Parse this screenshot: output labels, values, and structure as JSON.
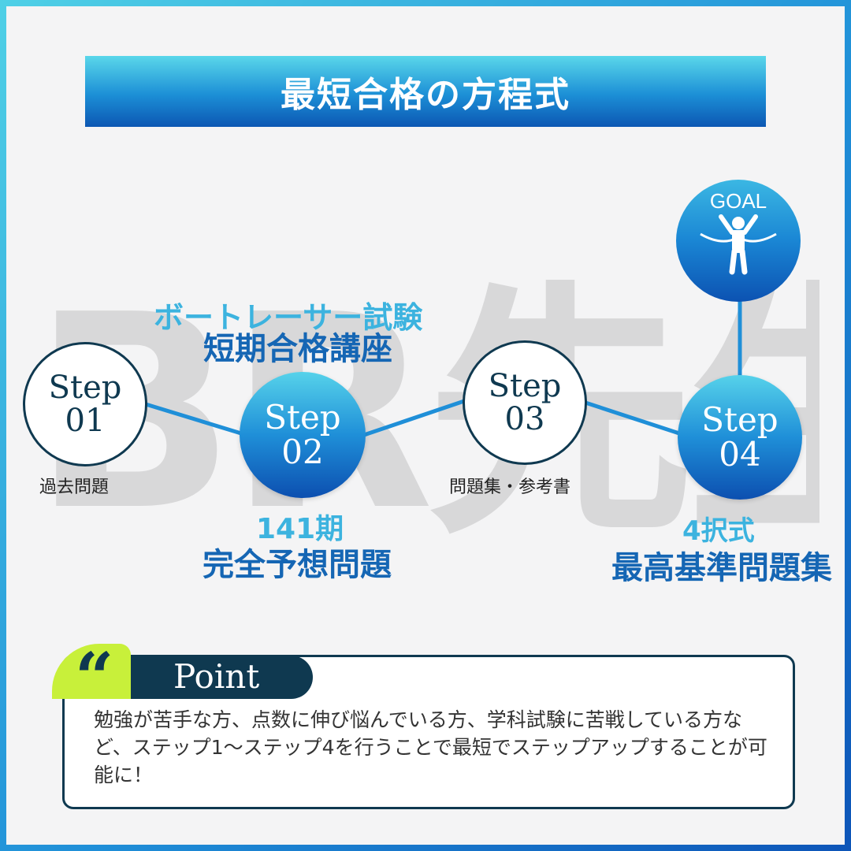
{
  "title": "最短合格の方程式",
  "watermark": "BR先生",
  "steps": [
    {
      "word": "Step",
      "num": "01",
      "label": "過去問題"
    },
    {
      "word": "Step",
      "num": "02"
    },
    {
      "word": "Step",
      "num": "03",
      "label": "問題集・参考書"
    },
    {
      "word": "Step",
      "num": "04"
    }
  ],
  "goal": {
    "label": "GOAL",
    "icon": "runner-finish-icon"
  },
  "course": {
    "line1": "ボートレーサー試験",
    "line2": "短期合格講座"
  },
  "mock": {
    "line1": "141期",
    "line2": "完全予想問題"
  },
  "bank": {
    "line1": "4択式",
    "line2": "最高基準問題集"
  },
  "point": {
    "quote": "“",
    "title": "Point",
    "text": "勉強が苦手な方、点数に伸び悩んでいる方、学科試験に苦戦している方など、ステップ1～ステップ4を行うことで最短でステップアップすることが可能に！"
  },
  "colors": {
    "accent_light": "#3cb3df",
    "accent_dark": "#1566b4",
    "navy": "#0f3950",
    "lime": "#c8f03a"
  }
}
